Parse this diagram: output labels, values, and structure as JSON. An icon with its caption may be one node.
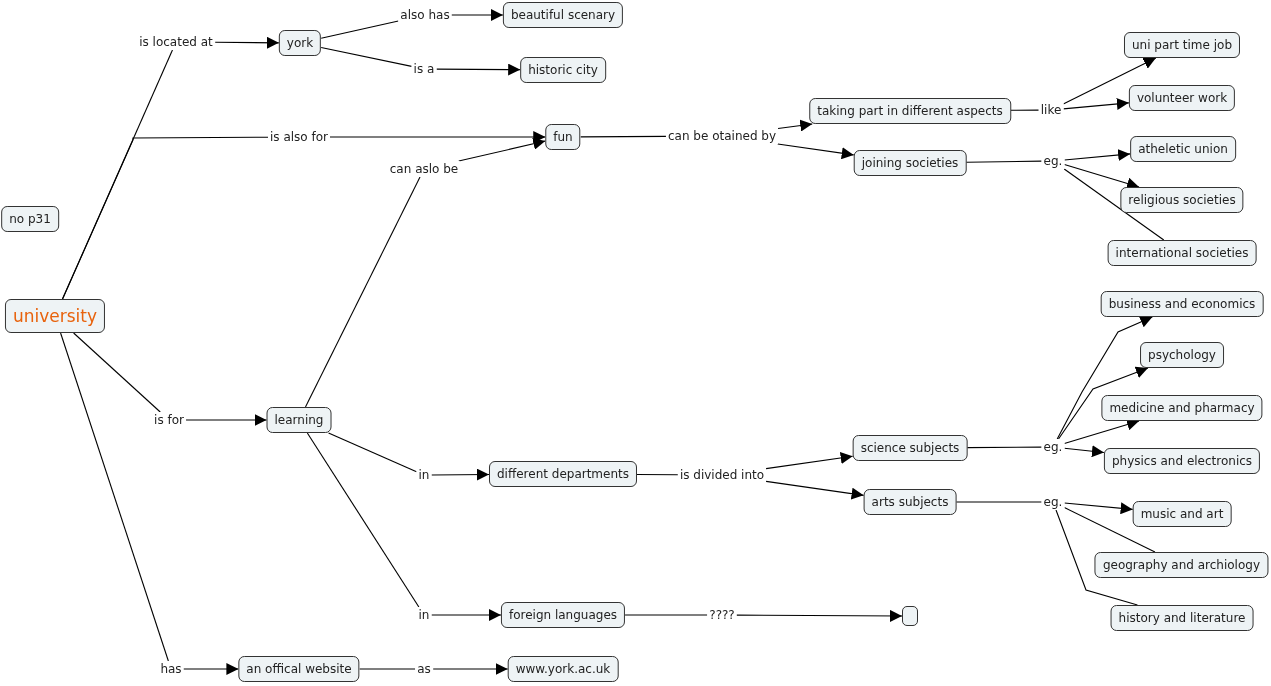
{
  "diagram": {
    "nodes": [
      {
        "text": [
          "university"
        ]
      },
      {
        "text": [
          "no p31"
        ]
      },
      {
        "text": [
          "is located at"
        ]
      },
      {
        "text": [
          "york"
        ]
      },
      {
        "text": [
          "also has"
        ]
      },
      {
        "text": [
          "beautiful scenary"
        ]
      },
      {
        "text": [
          "is a"
        ]
      },
      {
        "text": [
          "historic city"
        ]
      },
      {
        "text": [
          "is also for"
        ]
      },
      {
        "text": [
          "fun"
        ]
      },
      {
        "text": [
          "can aslo be"
        ]
      },
      {
        "text": [
          "can be otained by"
        ]
      },
      {
        "text": [
          "taking part in different aspects"
        ]
      },
      {
        "text": [
          "like"
        ]
      },
      {
        "text": [
          "uni part time job"
        ]
      },
      {
        "text": [
          "volunteer work"
        ]
      },
      {
        "text": [
          "joining societies"
        ]
      },
      {
        "text": [
          "eg."
        ]
      },
      {
        "text": [
          "atheletic union"
        ]
      },
      {
        "text": [
          "religious societies"
        ]
      },
      {
        "text": [
          "international societies"
        ]
      },
      {
        "text": [
          "is for"
        ]
      },
      {
        "text": [
          "learning"
        ]
      },
      {
        "text": [
          "in"
        ]
      },
      {
        "text": [
          "different departments"
        ]
      },
      {
        "text": [
          "is divided into"
        ]
      },
      {
        "text": [
          "science subjects"
        ]
      },
      {
        "text": [
          "arts subjects"
        ]
      },
      {
        "text": [
          "eg."
        ]
      },
      {
        "text": [
          "business and economics"
        ]
      },
      {
        "text": [
          "psychology"
        ]
      },
      {
        "text": [
          "medicine and pharmacy"
        ]
      },
      {
        "text": [
          "physics and electronics"
        ]
      },
      {
        "text": [
          "eg."
        ]
      },
      {
        "text": [
          "music and art"
        ]
      },
      {
        "text": [
          "geography and archiology"
        ]
      },
      {
        "text": [
          "history and literature"
        ]
      },
      {
        "text": [
          "in"
        ]
      },
      {
        "text": [
          "foreign languages"
        ]
      },
      {
        "text": [
          "????"
        ]
      },
      {
        "text": [],
        "shape": "box"
      },
      {
        "text": [
          "has"
        ]
      },
      {
        "text": [
          "an offical website"
        ]
      },
      {
        "text": [
          "as"
        ]
      },
      {
        "text": [
          "www.york.ac.uk"
        ]
      }
    ],
    "edges": [
      {
        "from": 0,
        "to": 2,
        "arrow": "none"
      },
      {
        "from": 2,
        "to": 3,
        "arrow": "to"
      },
      {
        "from": 3,
        "to": 4,
        "arrow": "none"
      },
      {
        "from": 4,
        "to": 5,
        "arrow": "to"
      },
      {
        "from": 3,
        "to": 6,
        "arrow": "none"
      },
      {
        "from": 6,
        "to": 7,
        "arrow": "to"
      },
      {
        "from": 0,
        "to": 8,
        "arrow": "none"
      },
      {
        "from": 8,
        "to": 9,
        "arrow": "to"
      },
      {
        "from": 22,
        "to": 10,
        "arrow": "none"
      },
      {
        "from": 10,
        "to": 9,
        "arrow": "to"
      },
      {
        "from": 9,
        "to": 11,
        "arrow": "none"
      },
      {
        "from": 11,
        "to": 12,
        "arrow": "to"
      },
      {
        "from": 11,
        "to": 16,
        "arrow": "to"
      },
      {
        "from": 12,
        "to": 13,
        "arrow": "none"
      },
      {
        "from": 13,
        "to": 14,
        "arrow": "to"
      },
      {
        "from": 13,
        "to": 15,
        "arrow": "to"
      },
      {
        "from": 16,
        "to": 17,
        "arrow": "none"
      },
      {
        "from": 17,
        "to": 18,
        "arrow": "to"
      },
      {
        "from": 17,
        "to": 19,
        "arrow": "to"
      },
      {
        "from": 17,
        "to": 20,
        "arrow": "none"
      },
      {
        "from": 0,
        "to": 21,
        "arrow": "none"
      },
      {
        "from": 21,
        "to": 22,
        "arrow": "to"
      },
      {
        "from": 22,
        "to": 23,
        "arrow": "none"
      },
      {
        "from": 23,
        "to": 24,
        "arrow": "to"
      },
      {
        "from": 24,
        "to": 25,
        "arrow": "none"
      },
      {
        "from": 25,
        "to": 26,
        "arrow": "to"
      },
      {
        "from": 25,
        "to": 27,
        "arrow": "to"
      },
      {
        "from": 26,
        "to": 28,
        "arrow": "none"
      },
      {
        "from": 28,
        "to": 29,
        "arrow": "to"
      },
      {
        "from": 28,
        "to": 30,
        "arrow": "to"
      },
      {
        "from": 28,
        "to": 31,
        "arrow": "to"
      },
      {
        "from": 28,
        "to": 32,
        "arrow": "to"
      },
      {
        "from": 27,
        "to": 33,
        "arrow": "none"
      },
      {
        "from": 33,
        "to": 34,
        "arrow": "to"
      },
      {
        "from": 33,
        "to": 35,
        "arrow": "none"
      },
      {
        "from": 33,
        "to": 36,
        "arrow": "none"
      },
      {
        "from": 22,
        "to": 37,
        "arrow": "none"
      },
      {
        "from": 37,
        "to": 38,
        "arrow": "to"
      },
      {
        "from": 38,
        "to": 39,
        "arrow": "none"
      },
      {
        "from": 39,
        "to": 40,
        "arrow": "to"
      },
      {
        "from": 0,
        "to": 41,
        "arrow": "none"
      },
      {
        "from": 41,
        "to": 42,
        "arrow": "to"
      },
      {
        "from": 42,
        "to": 43,
        "arrow": "none"
      },
      {
        "from": 43,
        "to": 44,
        "arrow": "to"
      }
    ]
  }
}
